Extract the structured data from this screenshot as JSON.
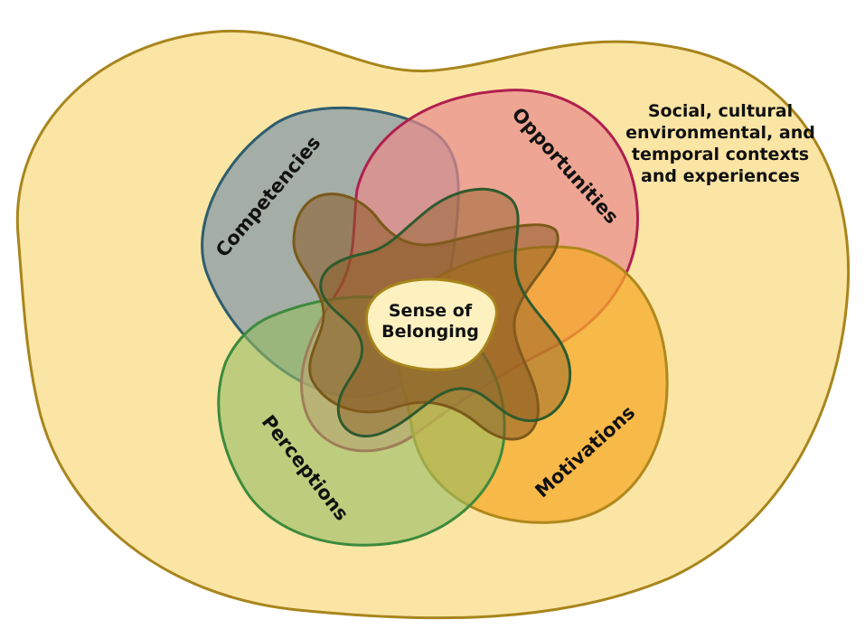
{
  "context": {
    "lines": [
      "Social, cultural",
      "environmental, and",
      "temporal contexts",
      "and experiences"
    ],
    "fill": "#fbe5a5",
    "stroke": "#a8851c"
  },
  "sets": [
    {
      "key": "competencies",
      "label": "Competencies",
      "fill": "#7f95a6",
      "stroke": "#2e5d6e"
    },
    {
      "key": "opportunities",
      "label": "Opportunities",
      "fill": "#e98a8c",
      "stroke": "#b01f4e"
    },
    {
      "key": "motivations",
      "label": "Motivations",
      "fill": "#f5aa2a",
      "stroke": "#b0881c"
    },
    {
      "key": "perceptions",
      "label": "Perceptions",
      "fill": "#95bd63",
      "stroke": "#3d8a3c"
    }
  ],
  "inner_shapes": {
    "brown_fill": "#8a5a22",
    "brown_stroke": "#7a5a1a",
    "green_stroke": "#2e5a2e"
  },
  "core": {
    "lines": [
      "Sense of",
      "Belonging"
    ],
    "fill": "#fdf1c0",
    "stroke": "#a8851c"
  }
}
